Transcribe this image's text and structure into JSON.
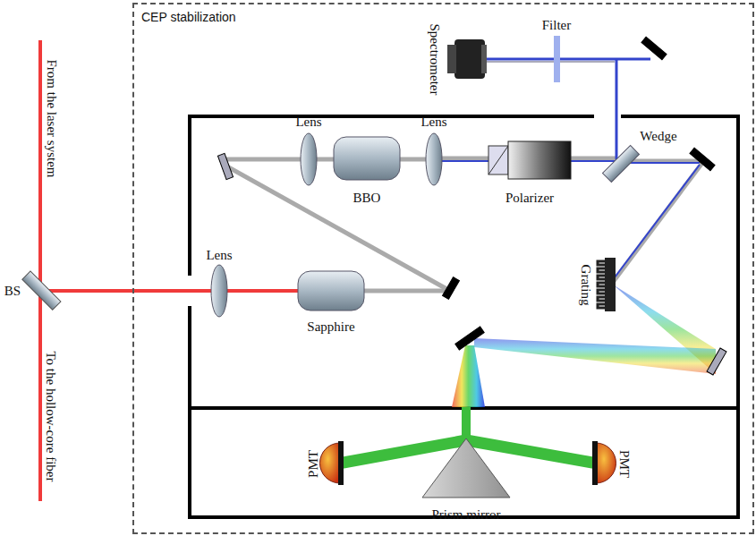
{
  "diagram": {
    "nodes": [
      {
        "text": [
          "CEP stabilization"
        ]
      }
    ],
    "labels": [
      "From the laser system",
      "To the hollow-core fiber",
      "BS",
      "Lens",
      "Sapphire",
      "Lens",
      "BBO",
      "Lens",
      "Polarizer",
      "Wedge",
      "Grating",
      "Filter",
      "Spectrometer",
      "PMT",
      "PMT",
      "Prism mirror"
    ]
  }
}
